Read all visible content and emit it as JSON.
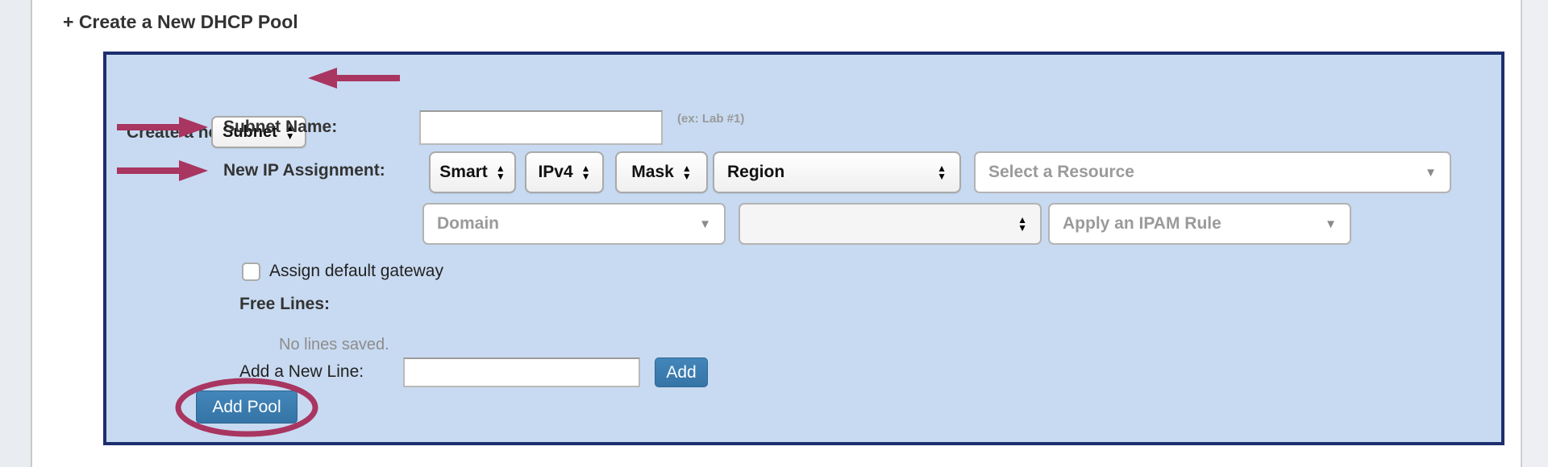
{
  "page": {
    "title": "+ Create a New DHCP Pool"
  },
  "panel": {
    "create_row": {
      "label": "Create a new",
      "type_select_value": "Subnet"
    },
    "subnet_name": {
      "label": "Subnet Name:",
      "value": "",
      "hint": "(ex: Lab #1)"
    },
    "ip_assignment": {
      "label": "New IP Assignment:",
      "selects": [
        "Smart",
        "IPv4",
        "Mask",
        "Region"
      ],
      "resource_placeholder": "Select a Resource",
      "second_row": {
        "domain_placeholder": "Domain",
        "blank_value": "",
        "ipam_placeholder": "Apply an IPAM Rule"
      }
    },
    "gateway": {
      "label": "Assign default gateway",
      "checked": false
    },
    "free_lines": {
      "label": "Free Lines:",
      "empty_text": "No lines saved."
    },
    "add_line": {
      "label": "Add a New Line:",
      "value": "",
      "button_label": "Add"
    },
    "add_pool_label": "Add Pool"
  },
  "icons": {
    "select_spinner": "up-down-triangles",
    "dropdown_caret": "down-triangle"
  },
  "annotations": {
    "color": "#a93561",
    "arrow_to_type_select": "left-arrow",
    "arrow_to_subnet_name": "right-arrow",
    "arrow_to_ip_assignment": "right-arrow",
    "circle_around_add_pool": "ellipse"
  },
  "colors": {
    "panel_bg": "#c8daf1",
    "panel_border": "#1d2e6f",
    "button_blue": "#3a7cb0",
    "annotation": "#a93561"
  }
}
